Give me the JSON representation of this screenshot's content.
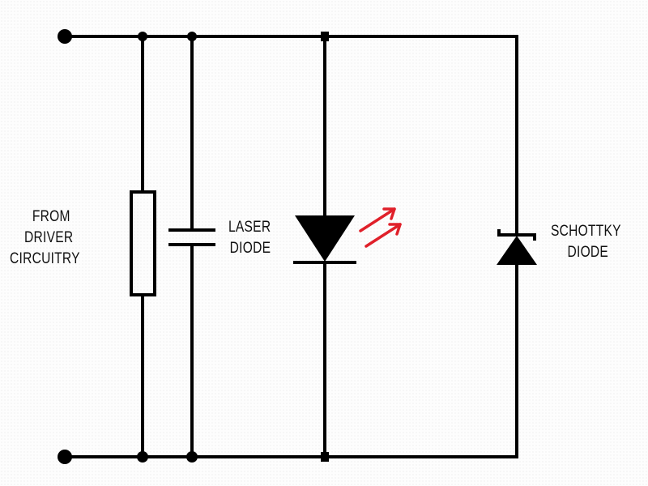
{
  "labels": {
    "driver": [
      "FROM",
      "DRIVER",
      "CIRCUITRY"
    ],
    "laser_diode": [
      "LASER",
      "DIODE"
    ],
    "schottky_diode": [
      "SCHOTTKY",
      "DIODE"
    ]
  },
  "colors": {
    "wire": "#000000",
    "light_arrows": "#e0202a",
    "background": "#fdfdfd"
  },
  "components": [
    "terminal-top",
    "terminal-bottom",
    "resistor",
    "capacitor",
    "laser-diode",
    "schottky-diode"
  ]
}
